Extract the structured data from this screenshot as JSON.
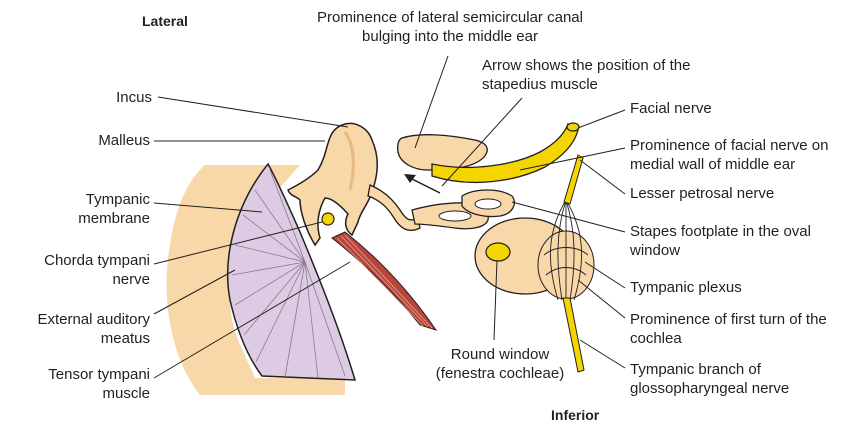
{
  "orientation": {
    "top": "Lateral",
    "bottom": "Inferior"
  },
  "labels": {
    "incus": "Incus",
    "malleus": "Malleus",
    "tympanic_membrane": "Tympanic membrane",
    "chorda_tympani": "Chorda tympani nerve",
    "external_meatus": "External auditory meatus",
    "tensor_tympani": "Tensor tympani muscle",
    "lateral_canal": "Prominence of lateral semicircular canal bulging into the middle ear",
    "stapedius_arrow": "Arrow shows the position of the stapedius muscle",
    "facial_nerve": "Facial nerve",
    "facial_prominence": "Prominence of facial nerve on medial wall of middle ear",
    "lesser_petrosal": "Lesser petrosal nerve",
    "stapes_footplate": "Stapes footplate in the oval window",
    "tympanic_plexus": "Tympanic plexus",
    "cochlea_prominence": "Prominence of first turn of the cochlea",
    "round_window": "Round window (fenestra cochleae)",
    "tympanic_branch": "Tympanic branch of glossopharyngeal nerve"
  },
  "colors": {
    "bone": "#f8d7a8",
    "bone_dark": "#e7b985",
    "membrane": "#dccbe2",
    "nerve": "#f4d500",
    "muscle": "#b8453a",
    "line": "#231f20"
  }
}
